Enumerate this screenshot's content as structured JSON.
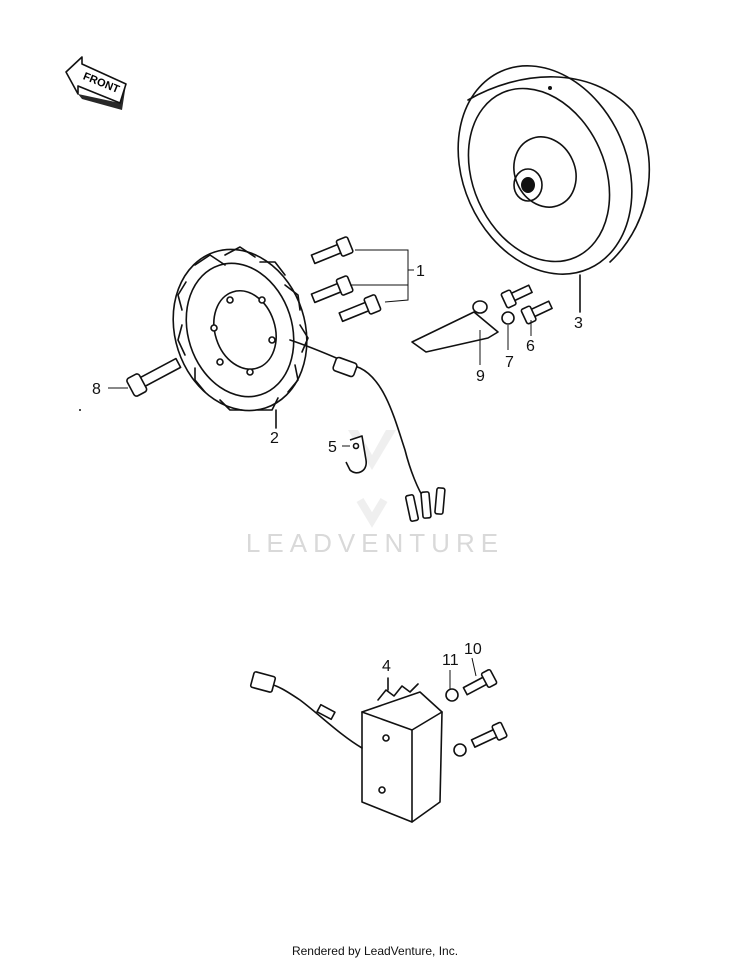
{
  "front_label": "FRONT",
  "watermark": "LEADVENTURE",
  "footer": "Rendered by LeadVenture, Inc.",
  "callouts": {
    "c1": "1",
    "c2": "2",
    "c3": "3",
    "c4": "4",
    "c5": "5",
    "c6": "6",
    "c7": "7",
    "c8": "8",
    "c9": "9",
    "c10": "10",
    "c11": "11"
  }
}
